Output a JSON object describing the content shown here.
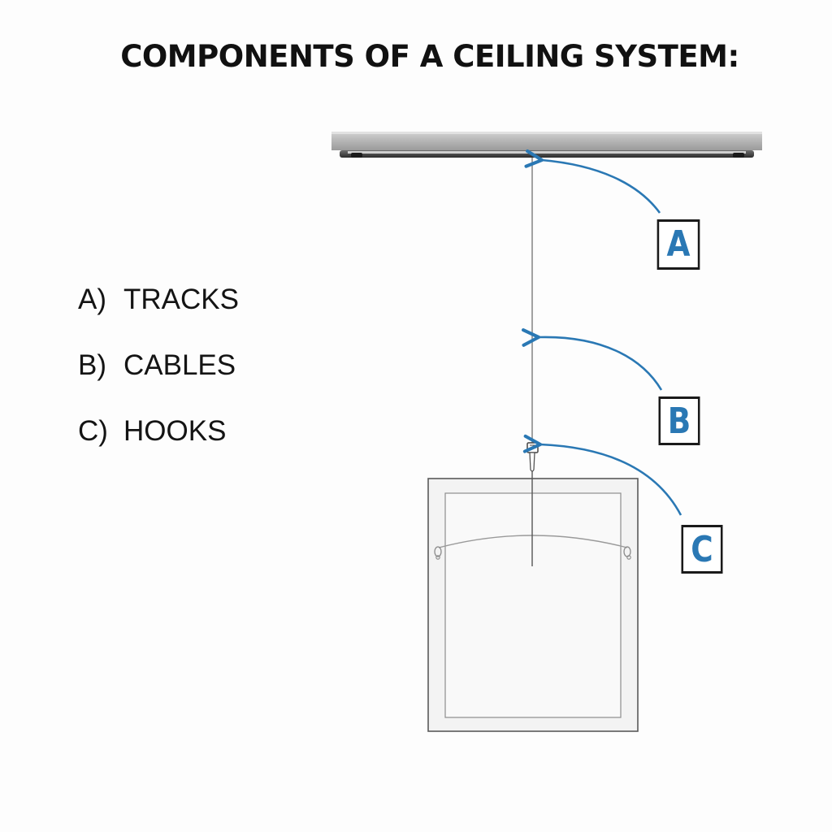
{
  "title": "COMPONENTS OF A CEILING SYSTEM:",
  "legend": [
    {
      "letter": "A)",
      "label": "TRACKS"
    },
    {
      "letter": "B)",
      "label": "CABLES"
    },
    {
      "letter": "C)",
      "label": "HOOKS"
    }
  ],
  "callouts": [
    {
      "letter": "A",
      "points_to": "track"
    },
    {
      "letter": "B",
      "points_to": "cable"
    },
    {
      "letter": "C",
      "points_to": "hook"
    }
  ],
  "colors": {
    "accent": "#2a78b4",
    "text": "#111111",
    "box_border": "#1a1a1a"
  }
}
